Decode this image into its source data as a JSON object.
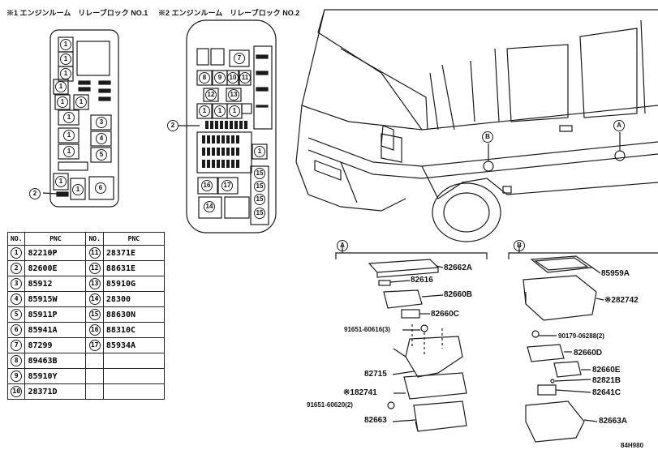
{
  "headers": {
    "relay_block_1": "※1 エンジンルーム　リレーブロック NO.1",
    "relay_block_2": "※2 エンジンルーム　リレーブロック NO.2"
  },
  "table": {
    "col_no": "NO.",
    "col_pnc": "PNC",
    "left": [
      {
        "no": "1",
        "pnc": "82210P"
      },
      {
        "no": "2",
        "pnc": "82600E"
      },
      {
        "no": "3",
        "pnc": "85912"
      },
      {
        "no": "4",
        "pnc": "85915W"
      },
      {
        "no": "5",
        "pnc": "85911P"
      },
      {
        "no": "6",
        "pnc": "85941A"
      },
      {
        "no": "7",
        "pnc": "87299"
      },
      {
        "no": "8",
        "pnc": "89463B"
      },
      {
        "no": "9",
        "pnc": "85910Y"
      },
      {
        "no": "10",
        "pnc": "28371D"
      }
    ],
    "right": [
      {
        "no": "11",
        "pnc": "28371E"
      },
      {
        "no": "12",
        "pnc": "88631E"
      },
      {
        "no": "13",
        "pnc": "85910G"
      },
      {
        "no": "14",
        "pnc": "28300"
      },
      {
        "no": "15",
        "pnc": "88630N"
      },
      {
        "no": "16",
        "pnc": "88310C"
      },
      {
        "no": "17",
        "pnc": "85934A"
      }
    ]
  },
  "block1_labels": {
    "callout": "2",
    "c1": "1",
    "c3": "3",
    "c4": "4",
    "c5": "5",
    "c6": "6"
  },
  "block2_labels": {
    "callout": "2",
    "n7": "7",
    "n8": "8",
    "n9": "9",
    "n10": "10",
    "n11": "11",
    "n12": "12",
    "n13": "13",
    "n14": "14",
    "n15": "15",
    "n16": "16",
    "n17": "17"
  },
  "van_markers": {
    "a": "A",
    "b": "B"
  },
  "section_a": {
    "tag": "A",
    "parts": {
      "p82662a": "82662A",
      "p82616": "82616",
      "p82660b": "82660B",
      "p82660c": "82660C",
      "p91651_60616": "91651-60616(3)",
      "p82715": "82715",
      "p82741": "※182741",
      "p91651_60620": "91651-60620(2)",
      "p82663": "82663"
    }
  },
  "section_b": {
    "tag": "B",
    "parts": {
      "p85959a": "85959A",
      "p82742": "※282742",
      "p90179": "90179-06288(2)",
      "p82660d": "82660D",
      "p82660e": "82660E",
      "p82821b": "82821B",
      "p82641c": "82641C",
      "p82663a": "82663A"
    }
  },
  "figure_code": "84H980"
}
